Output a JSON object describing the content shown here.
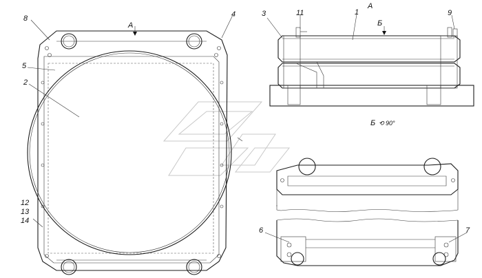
{
  "callouts": {
    "c1": "1",
    "c2": "2",
    "c3": "3",
    "c4": "4",
    "c5": "5",
    "c6": "6",
    "c7": "7",
    "c8": "8",
    "c9": "9",
    "c11": "11",
    "c12": "12",
    "c13": "13",
    "c14": "14"
  },
  "views": {
    "view_a_front": "А",
    "view_a_side": "А",
    "view_b_side": "Б",
    "view_b_title": "Б",
    "rotated": "⟲ 90°"
  }
}
